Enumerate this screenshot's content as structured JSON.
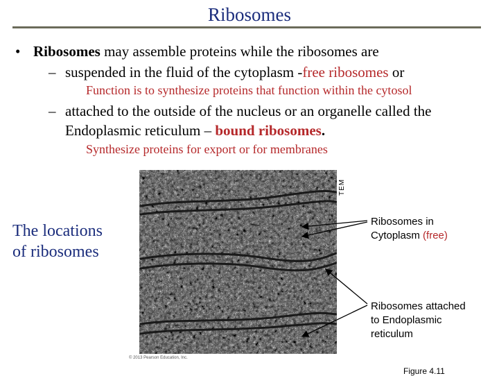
{
  "slide": {
    "title": "Ribosomes",
    "bullet": {
      "bold": "Ribosomes",
      "text": " may assemble proteins while the ribosomes are"
    },
    "sub1": {
      "text": "suspended in the fluid of the cytoplasm -",
      "red": "free ribosomes",
      "tail": " or",
      "detail": "Function is to synthesize proteins that function within the cytosol"
    },
    "sub2": {
      "line1": "attached to the outside of the nucleus or an organelle called the",
      "line2": "Endoplasmic reticulum – ",
      "red": "bound ribosomes",
      "period": ".",
      "detail": "Synthesize proteins for export or for membranes"
    },
    "side_label": {
      "line1": "The locations",
      "line2": "of ribosomes"
    }
  },
  "figure": {
    "tem_label": "TEM",
    "copyright": "© 2013 Pearson Education, Inc.",
    "label_free": {
      "line1": "Ribosomes in",
      "line2": "Cytoplasm ",
      "red": "(free)"
    },
    "label_bound": {
      "line1": "Ribosomes attached",
      "line2": "to Endoplasmic",
      "line3": "reticulum"
    },
    "caption": "Figure 4.11"
  },
  "colors": {
    "title": "#1b2d7c",
    "accent_red": "#b5282a",
    "rule": "#6b6b5a"
  }
}
